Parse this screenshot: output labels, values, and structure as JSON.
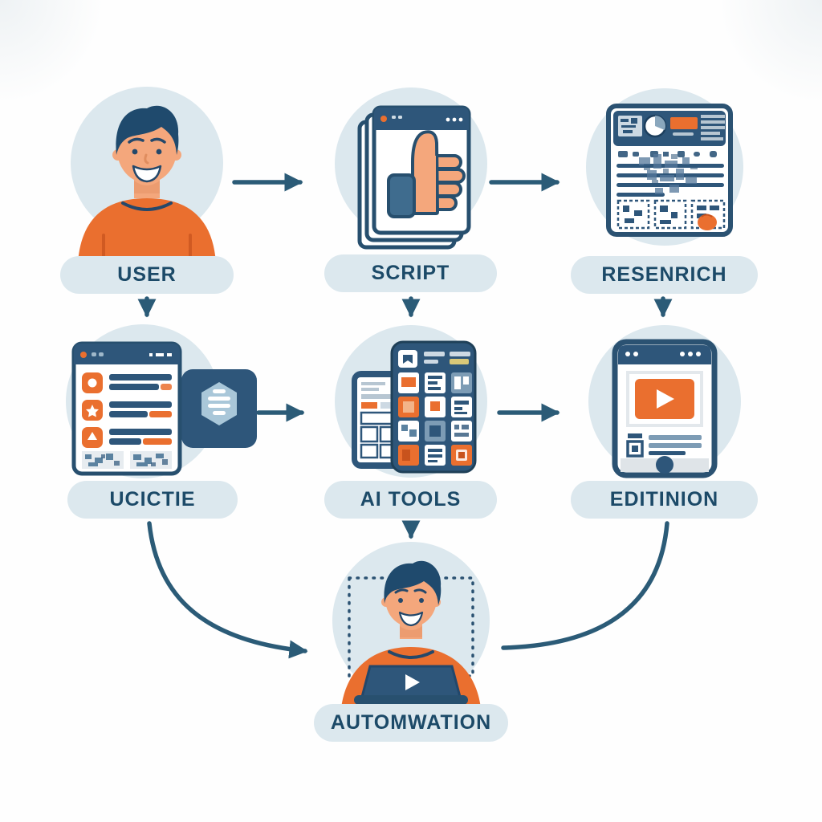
{
  "diagram": {
    "type": "flowchart",
    "colors": {
      "background": "#fefefe",
      "node_circle": "#dce8ee",
      "label_pill": "#dce8ee",
      "label_text": "#1c4a68",
      "arrow": "#2b5b77",
      "outline_navy": "#274f6e",
      "header_navy": "#2e567a",
      "accent_orange": "#ea6f2f",
      "skin": "#f4a77c"
    },
    "nodes": [
      {
        "id": "user",
        "label": "USER",
        "icon": "person-avatar",
        "row": 1,
        "col": 1
      },
      {
        "id": "script",
        "label": "SCRIPT",
        "icon": "stacked-pages-thumbs-up",
        "row": 1,
        "col": 2
      },
      {
        "id": "research",
        "label": "RESENRICH",
        "icon": "research-document",
        "row": 1,
        "col": 3
      },
      {
        "id": "interface",
        "label": "UCICTIE",
        "icon": "browser-checklist",
        "row": 2,
        "col": 1
      },
      {
        "id": "ai_tools",
        "label": "AI TOOLS",
        "icon": "smartphone-app-grid",
        "row": 2,
        "col": 2
      },
      {
        "id": "edition",
        "label": "EDITINION",
        "icon": "tablet-video-player",
        "row": 2,
        "col": 3
      },
      {
        "id": "automation",
        "label": "AUTOMWATION",
        "icon": "person-at-laptop",
        "row": 3,
        "col": 2
      }
    ],
    "connections": [
      {
        "from": "user",
        "to": "script",
        "style": "straight-right",
        "arrowhead": true
      },
      {
        "from": "script",
        "to": "research",
        "style": "straight-right",
        "arrowhead": true
      },
      {
        "from": "user",
        "to": "interface",
        "style": "straight-down",
        "arrowhead": true
      },
      {
        "from": "script",
        "to": "ai_tools",
        "style": "straight-down",
        "arrowhead": true
      },
      {
        "from": "research",
        "to": "edition",
        "style": "straight-down",
        "arrowhead": true
      },
      {
        "from": "interface",
        "to": "ai_tools",
        "style": "straight-right",
        "arrowhead": true
      },
      {
        "from": "ai_tools",
        "to": "edition",
        "style": "straight-right",
        "arrowhead": true
      },
      {
        "from": "ai_tools",
        "to": "automation",
        "style": "straight-down",
        "arrowhead": true
      },
      {
        "from": "interface",
        "to": "automation",
        "style": "curved-down-right",
        "arrowhead": true
      },
      {
        "from": "edition",
        "to": "automation",
        "style": "curved-down-left",
        "arrowhead": false
      }
    ]
  }
}
